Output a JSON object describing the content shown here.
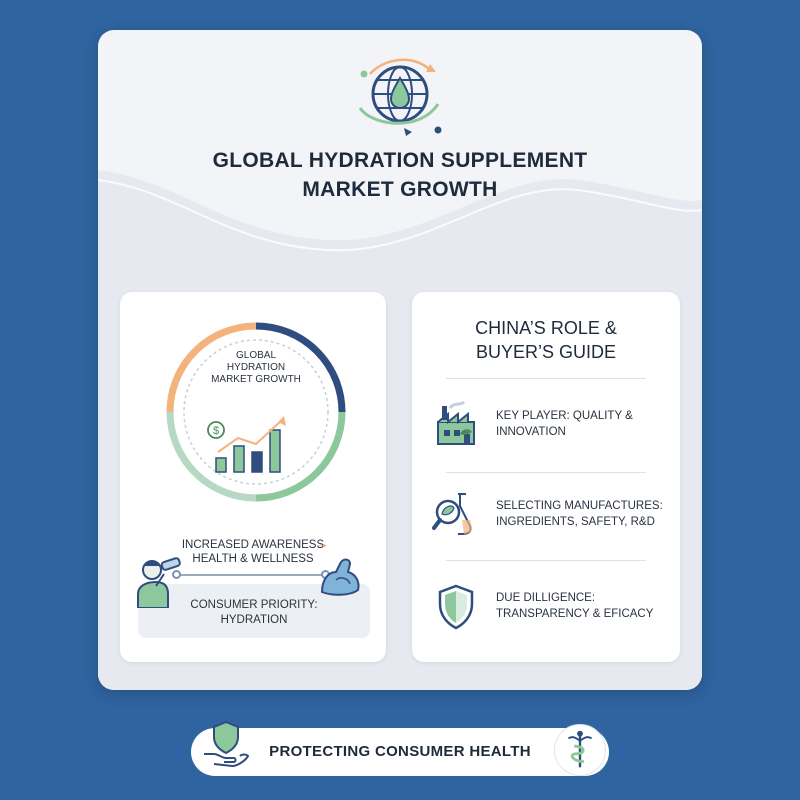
{
  "header": {
    "title_line1": "GLOBAL HYDRATION SUPPLEMENT",
    "title_line2": "MARKET GROWTH",
    "icon": "globe-droplet-icon"
  },
  "left_panel": {
    "donut_title_line1": "GLOBAL",
    "donut_title_line2": "HYDRATION",
    "donut_title_line3": "MARKET GROWTH",
    "chart_icon": "bar-chart-dollar-icon",
    "awareness_line1": "INCREASED AWARENESS",
    "awareness_line2": "HEALTH & WELLNESS",
    "consumer_line1": "CONSUMER PRIORITY:",
    "consumer_line2": "HYDRATION"
  },
  "right_panel": {
    "title_line1": "CHINA’S ROLE &",
    "title_line2": "BUYER’S GUIDE",
    "items": [
      {
        "icon": "factory-icon",
        "line1": "KEY PLAYER: QUALITY &",
        "line2": "INNOVATION"
      },
      {
        "icon": "flask-magnifier-icon",
        "line1": "SELECTING MANUFACTURES:",
        "line2": "INGREDIENTS, SAFETY, R&D"
      },
      {
        "icon": "shield-icon",
        "line1": "DUE DILLIGENCE:",
        "line2": "TRANSPARENCY & EFICACY"
      }
    ]
  },
  "footer": {
    "label": "PROTECTING CONSUMER HEALTH"
  },
  "colors": {
    "background": "#2f64a0",
    "navy": "#2f4d7e",
    "green": "#8dc89c",
    "orange": "#f4b27c",
    "accent_arrow": "#e8955a"
  }
}
